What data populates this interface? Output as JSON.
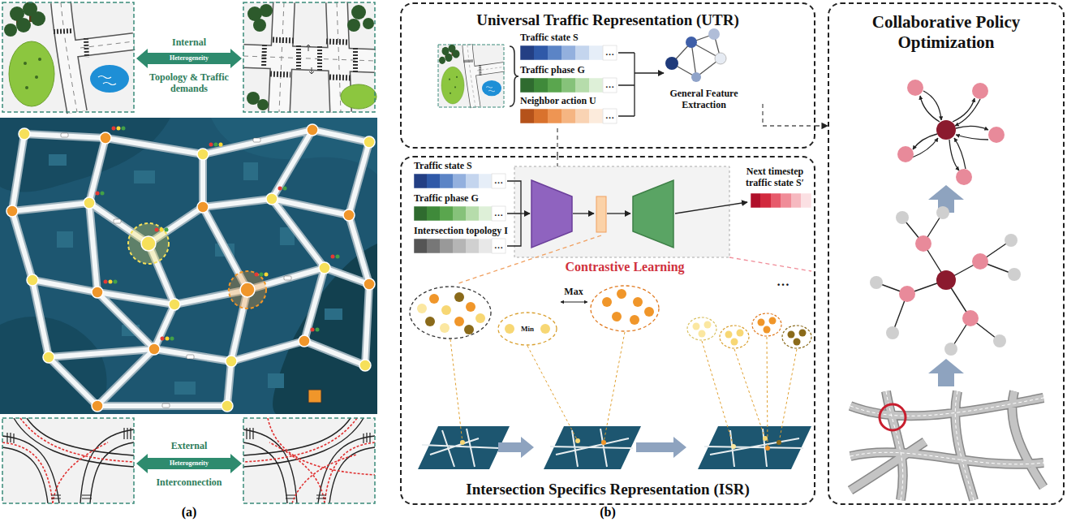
{
  "diagram": {
    "nodes": [
      {
        "text": [
          "Universal Traffic Representation (UTR)"
        ]
      },
      {
        "text": [
          "Intersection Specifics Representation (ISR)"
        ]
      },
      {
        "text": [
          "Collaborative Policy Optimization"
        ]
      }
    ],
    "edges": [
      {
        "from": 1,
        "to": 0,
        "arrow": "none"
      },
      {
        "from": 0,
        "to": 2,
        "arrow": "to"
      }
    ],
    "labels": [
      "Internal",
      "Heterogeneity",
      "Topology & Traffic demands",
      "External",
      "Heterogeneity",
      "Interconnection",
      "(a)",
      "Traffic state S",
      "…",
      "Traffic phase G",
      "…",
      "Neighbor action U",
      "…",
      "General Feature Extraction",
      "Traffic state S",
      "…",
      "Traffic phase G",
      "…",
      "Intersection topology I",
      "…",
      "Next timestep traffic state S′",
      "Contrastive Learning",
      "Max",
      "Min",
      "…",
      "(b)"
    ]
  }
}
